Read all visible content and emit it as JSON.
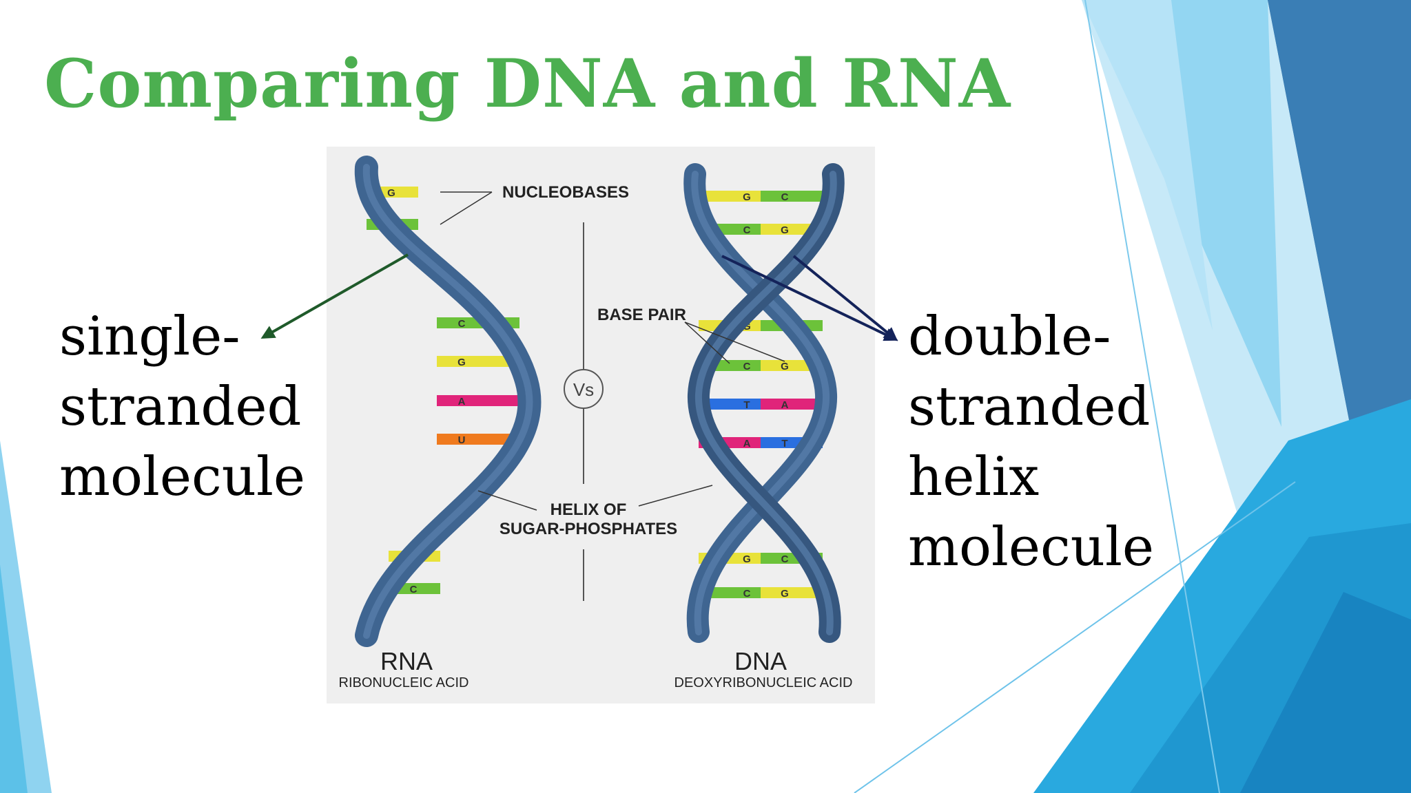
{
  "title": "Comparing DNA and RNA",
  "left_caption": [
    "single-",
    "stranded",
    "molecule"
  ],
  "right_caption": [
    "double-",
    "stranded",
    "helix",
    "molecule"
  ],
  "diagram": {
    "label_nucleobases": "NUCLEOBASES",
    "label_base_pair": "BASE PAIR",
    "label_helix_line1": "HELIX OF",
    "label_helix_line2": "SUGAR-PHOSPHATES",
    "vs": "Vs",
    "rna_title": "RNA",
    "rna_subtitle": "RIBONUCLEIC ACID",
    "dna_title": "DNA",
    "dna_subtitle": "DEOXYRIBONUCLEIC ACID",
    "rna_bases": [
      "G",
      "C",
      "C",
      "G",
      "A",
      "U",
      "G",
      "C"
    ],
    "dna_left_bases": [
      "G",
      "C",
      "G",
      "C",
      "T",
      "A",
      "G",
      "C"
    ],
    "dna_right_bases": [
      "C",
      "G",
      "C",
      "G",
      "A",
      "T",
      "C",
      "G"
    ]
  },
  "colors": {
    "title_green": "#4caf50",
    "helix_blue": "#3f6591",
    "left_arrow": "#1f5a2a",
    "right_arrow": "#14235a",
    "base_G": "#e8e23a",
    "base_C": "#6cc23a",
    "base_A": "#e0247a",
    "base_T": "#2a6fe0",
    "base_U": "#ef7a1e"
  }
}
